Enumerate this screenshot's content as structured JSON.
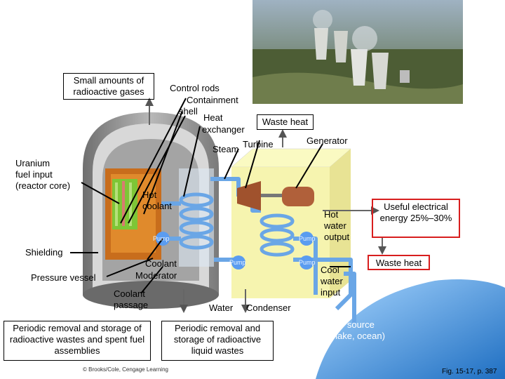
{
  "labels": {
    "small_gases": "Small amounts of radioactive gases",
    "control_rods": "Control rods",
    "containment": "Containment",
    "shell": "shell",
    "heat": "Heat",
    "exchanger": "exchanger",
    "waste_heat_top": "Waste heat",
    "generator": "Generator",
    "steam": "Steam",
    "turbine": "Turbine",
    "uranium": "Uranium\nfuel input\n(reactor core)",
    "hot_coolant": "Hot\ncoolant",
    "hot_water_output": "Hot\nwater\noutput",
    "useful_energy": "Useful electrical energy 25%–30%",
    "shielding": "Shielding",
    "pressure_vessel": "Pressure vessel",
    "coolant": "Coolant",
    "moderator": "Moderator",
    "coolant_passage": "Coolant\npassage",
    "water": "Water",
    "condenser": "Condenser",
    "cool_water_input": "Cool\nwater\ninput",
    "waste_heat_right": "Waste heat",
    "water_source": "Water source\n(river, lake, ocean)",
    "periodic_solid": "Periodic removal and storage of radioactive wastes and spent fuel assemblies",
    "periodic_liquid": "Periodic removal and storage of radioactive liquid wastes",
    "pump1": "Pump",
    "pump2": "Pump",
    "pump3": "Pump",
    "pump4": "Pump",
    "copyright": "© Brooks/Cole, Cengage Learning",
    "fig_ref": "Fig. 15-17, p. 387"
  },
  "colors": {
    "containment_grey": "#8e8e8e",
    "reactor_orange": "#c66a1a",
    "core_green": "#7ec636",
    "building_yellow": "#f5f3a6",
    "pipe_blue": "#6aa6e6",
    "useful_box_red": "#d81e1e",
    "waste_box_red": "#d81e1e",
    "water_source_blue": "#3a8fd6",
    "turbine_brown": "#a0522d"
  }
}
